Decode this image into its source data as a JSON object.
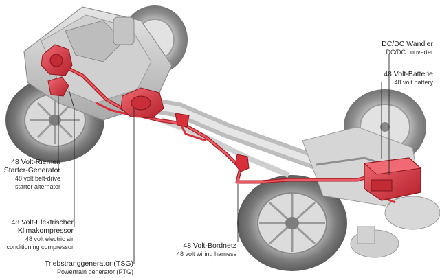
{
  "labels": {
    "dcdc": {
      "de": "DC/DC Wandler",
      "en": "DC/DC converter"
    },
    "battery": {
      "de": "48 Volt-Batterie",
      "en": "48 volt battery"
    },
    "starter": {
      "de_line1": "48 Volt-Riemen",
      "de_line2": "Starter-Generator",
      "en_line1": "48 volt belt-drive",
      "en_line2": "starter alternator"
    },
    "compressor": {
      "de_line1": "48 Volt-Elektrischer",
      "de_line2": "Klimakompressor",
      "en_line1": "48 volt electric air",
      "en_line2": "conditioning compressor"
    },
    "tsg": {
      "de": "Triebstranggenerator (TSG)",
      "en": "Powertrain generator (PTG)"
    },
    "harness": {
      "de": "48 Volt-Bordnetz",
      "en": "48 volt wiring harness"
    }
  },
  "colors": {
    "highlight": "#d8303a",
    "highlight_dark": "#a81e28",
    "chassis": "#c9c9c9",
    "tire": "#6b6b6b",
    "text": "#1f1f1f"
  }
}
